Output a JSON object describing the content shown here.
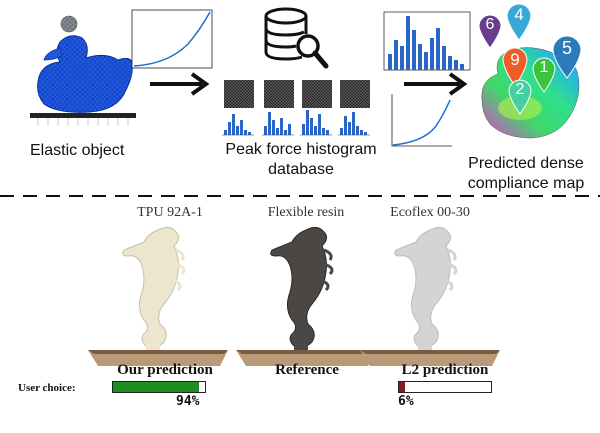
{
  "pipeline": {
    "elastic_object_label": "Elastic object",
    "database_label_line1": "Peak force histogram",
    "database_label_line2": "database",
    "compliance_label_line1": "Predicted dense",
    "compliance_label_line2": "compliance map",
    "markers": [
      {
        "label": "6",
        "color": "#6a3d8c"
      },
      {
        "label": "4",
        "color": "#38a8d8"
      },
      {
        "label": "5",
        "color": "#2b7bb8"
      },
      {
        "label": "9",
        "color": "#ef5b2a"
      },
      {
        "label": "1",
        "color": "#3cc23c"
      },
      {
        "label": "2",
        "color": "#46d0a0"
      }
    ]
  },
  "materials": [
    {
      "name": "TPU 92A-1",
      "caption": "Our prediction",
      "color": "#ede6cf"
    },
    {
      "name": "Flexible resin",
      "caption": "Reference",
      "color": "#4a4744"
    },
    {
      "name": "Ecoflex 00-30",
      "caption": "L2 prediction",
      "color": "#d4d4d4"
    }
  ],
  "user_choice": {
    "label": "User choice:",
    "ours_percent": 94,
    "ours_text": "94%",
    "l2_percent": 6,
    "l2_text": "6%",
    "ours_color": "#1e8c1e",
    "l2_color": "#8b1a1a"
  }
}
